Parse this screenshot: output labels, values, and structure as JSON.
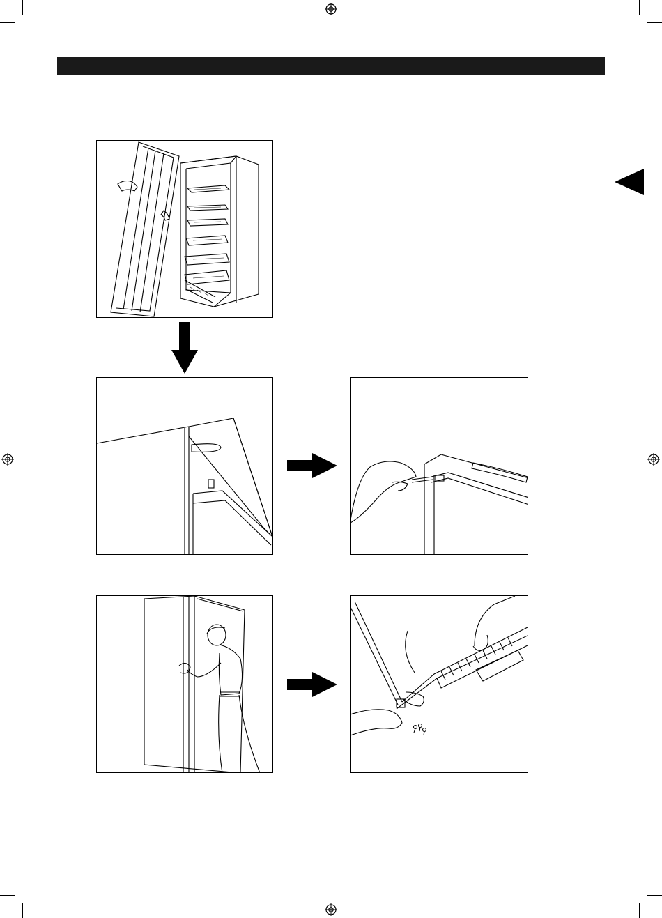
{
  "page": {
    "header_title": "",
    "icons": {
      "registration_mark": "crosshair-circle-icon",
      "side_tab": "triangle-left-icon",
      "step_arrow_down": "arrow-down-icon",
      "step_arrow_right": "arrow-right-icon"
    },
    "colors": {
      "ink": "#000000",
      "header_bar": "#1a1a1a",
      "paper": "#ffffff"
    }
  },
  "figures": [
    {
      "id": "fig-open-freezer",
      "caption": ""
    },
    {
      "id": "fig-hinge-cover",
      "caption": ""
    },
    {
      "id": "fig-remove-hinge-cover",
      "caption": ""
    },
    {
      "id": "fig-lift-door",
      "caption": ""
    },
    {
      "id": "fig-bottom-hinge-screws",
      "caption": ""
    }
  ]
}
